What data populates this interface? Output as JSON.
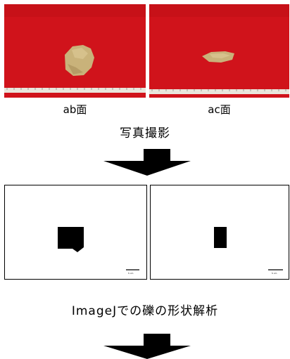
{
  "colors": {
    "photo_background": "#d0131b",
    "rock": "#c9b27a",
    "arrow": "#000000"
  },
  "photos": [
    {
      "name": "ab-face-photo",
      "caption": "ab面"
    },
    {
      "name": "ac-face-photo",
      "caption": "ac面"
    }
  ],
  "step1": {
    "label": "写真撮影"
  },
  "binary_panels": [
    {
      "name": "binary-ab",
      "scale_text": "5 cm"
    },
    {
      "name": "binary-ac",
      "scale_text": "5 cm"
    }
  ],
  "step2": {
    "label": "ImageJでの礫の形状解析"
  },
  "icons": [
    "down-arrow-icon",
    "down-arrow-icon"
  ]
}
